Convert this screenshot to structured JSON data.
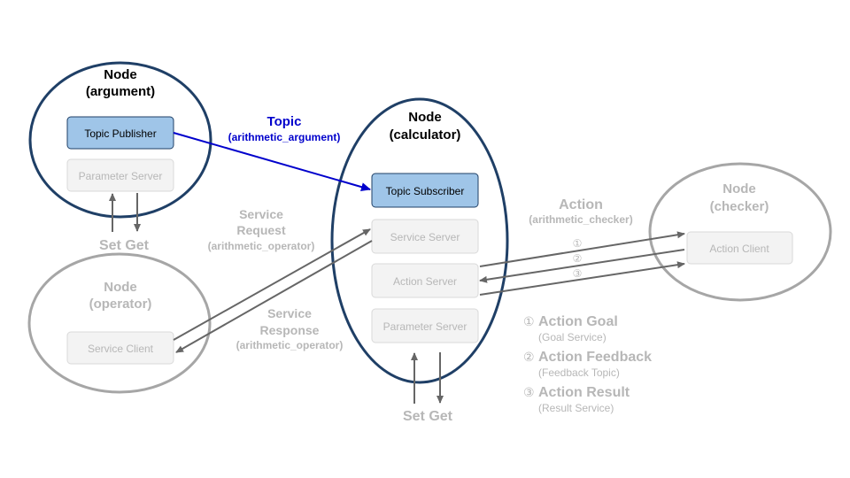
{
  "colors": {
    "active_node": "#1f3f66",
    "inactive_node": "#a6a6a6",
    "active_box_fill": "#9fc5e8",
    "active_box_stroke": "#1f3f66",
    "inactive_box_fill": "#f3f3f3",
    "inactive_box_stroke": "#d9d9d9",
    "topic_blue": "#0000cc",
    "arrow_gray": "#666666",
    "faded_text": "#b7b7b7"
  },
  "nodes": {
    "argument": {
      "title1": "Node",
      "title2": "(argument)"
    },
    "calculator": {
      "title1": "Node",
      "title2": "(calculator)"
    },
    "operator": {
      "title1": "Node",
      "title2": "(operator)"
    },
    "checker": {
      "title1": "Node",
      "title2": "(checker)"
    }
  },
  "boxes": {
    "topic_publisher": "Topic Publisher",
    "param_server_arg": "Parameter Server",
    "topic_subscriber": "Topic Subscriber",
    "service_server": "Service Server",
    "action_server": "Action Server",
    "param_server_calc": "Parameter Server",
    "service_client": "Service Client",
    "action_client": "Action Client"
  },
  "labels": {
    "topic": "Topic",
    "topic_name": "(arithmetic_argument)",
    "service_request_1": "Service",
    "service_request_2": "Request",
    "service_request_name": "(arithmetic_operator)",
    "service_response_1": "Service",
    "service_response_2": "Response",
    "service_response_name": "(arithmetic_operator)",
    "action": "Action",
    "action_name": "(arithmetic_checker)",
    "circle1": "①",
    "circle2": "②",
    "circle3": "③",
    "set_get_arg": "Set Get",
    "set_get_calc": "Set Get"
  },
  "legend": {
    "goal_num": "①",
    "goal_title": "Action Goal",
    "goal_sub": "(Goal Service)",
    "feedback_num": "②",
    "feedback_title": "Action Feedback",
    "feedback_sub": "(Feedback Topic)",
    "result_num": "③",
    "result_title": "Action Result",
    "result_sub": "(Result Service)"
  }
}
